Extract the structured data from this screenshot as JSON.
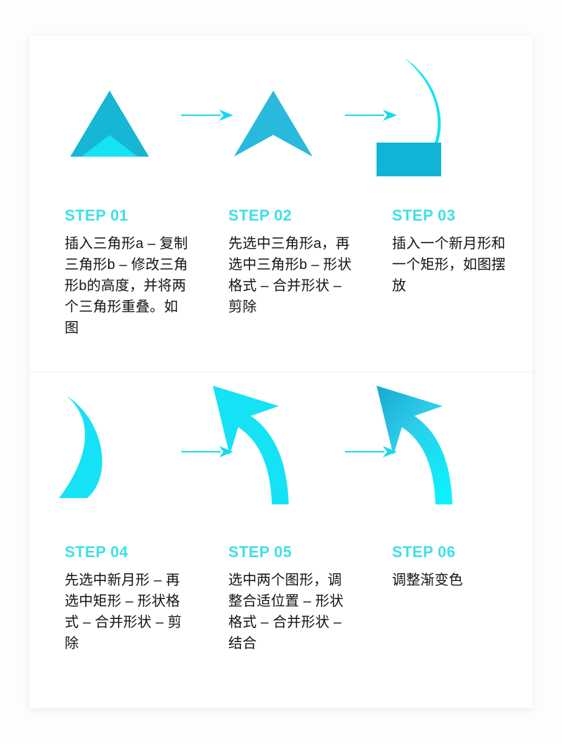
{
  "page": {
    "background_color": "#fdfdfd",
    "card_background": "#ffffff",
    "accent_color": "#3fdfe8",
    "shape_color_bright": "#16e2f5",
    "shape_color_dark": "#16b6d4",
    "body_text_color": "#111418",
    "divider_color": "#f1f2f3"
  },
  "rows": [
    {
      "name": "row-top",
      "steps": [
        {
          "title": "STEP 01",
          "body": "插入三角形a – 复制三角形b – 修改三角形b的高度，并将两个三角形重叠。如图",
          "figure": "two-overlapping-triangles"
        },
        {
          "title": "STEP 02",
          "body": "先选中三角形a，再选中三角形b – 形状格式 – 合并形状 – 剪除",
          "figure": "chevron-arrowhead"
        },
        {
          "title": "STEP 03",
          "body": "插入一个新月形和一个矩形，如图摆放",
          "figure": "crescent-with-rectangle"
        }
      ]
    },
    {
      "name": "row-bottom",
      "steps": [
        {
          "title": "STEP 04",
          "body": "先选中新月形 – 再选中矩形 – 形状格式 – 合并形状 – 剪除",
          "figure": "trimmed-crescent"
        },
        {
          "title": "STEP 05",
          "body": "选中两个图形，调整合适位置 – 形状格式 – 合并形状 – 结合",
          "figure": "curved-arrow-solid"
        },
        {
          "title": "STEP 06",
          "body": "调整渐变色",
          "figure": "curved-arrow-gradient"
        }
      ]
    }
  ],
  "connectors": [
    {
      "name": "arrow-1-to-2",
      "icon": "right-arrow-icon"
    },
    {
      "name": "arrow-2-to-3",
      "icon": "right-arrow-icon"
    },
    {
      "name": "arrow-4-to-5",
      "icon": "right-arrow-icon"
    },
    {
      "name": "arrow-5-to-6",
      "icon": "right-arrow-icon"
    }
  ]
}
